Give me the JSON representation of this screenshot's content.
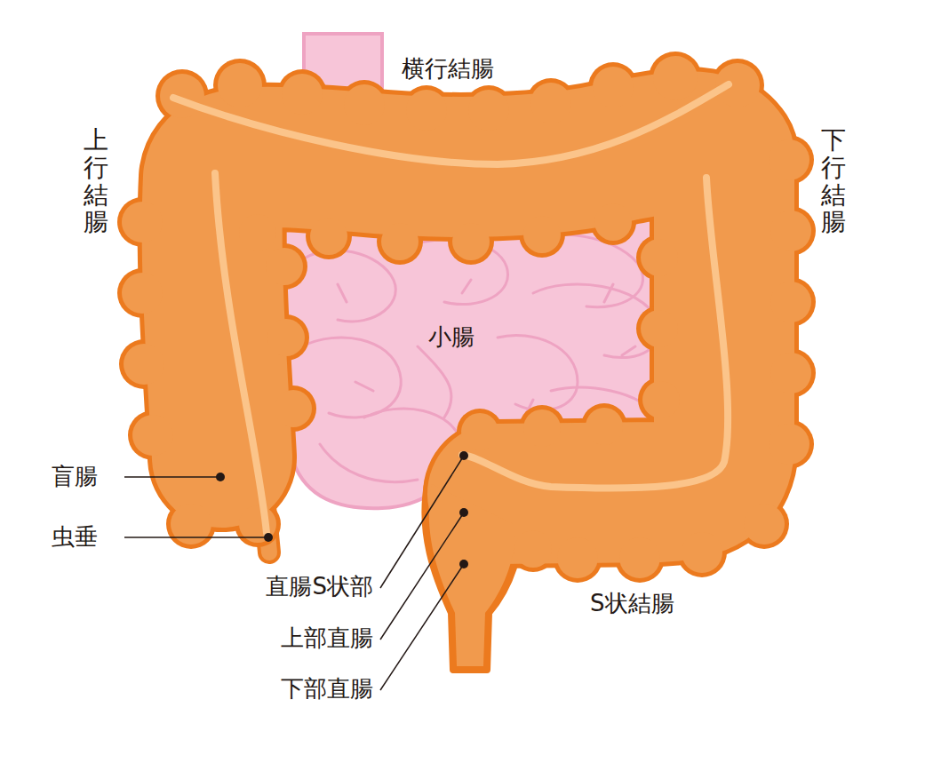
{
  "diagram": {
    "labels": [
      "横行結腸",
      "上行結腸",
      "下行結腸",
      "小腸",
      "盲腸",
      "虫垂",
      "直腸S状部",
      "上部直腸",
      "下部直腸",
      "S状結腸"
    ]
  }
}
